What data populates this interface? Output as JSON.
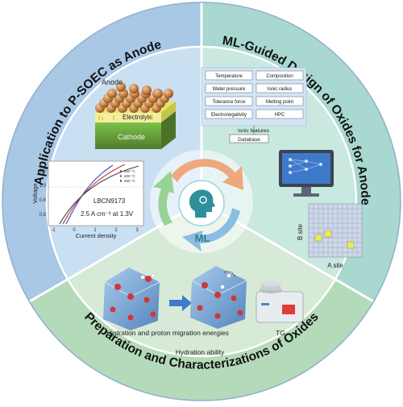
{
  "center": {
    "label": "ML"
  },
  "sections": {
    "left": {
      "title": "Application to P-SOEC as Anode",
      "cell": {
        "anode": "Anode",
        "electrolyte": "Electrolyte",
        "cathode": "Cathode"
      },
      "plot": {
        "ylabel": "Voltage",
        "xlabel": "Current density",
        "yticks": [
          "1.2",
          "1.0",
          "0.8",
          "0.6"
        ],
        "xticks": [
          "-1",
          "0",
          "1",
          "2",
          "3"
        ],
        "legend": [
          "650 °C",
          "600 °C",
          "550 °C"
        ],
        "series_colors": [
          "#2b4fd6",
          "#d8262c",
          "#444444"
        ],
        "material": "LBCN9173",
        "result": "2.5 A cm⁻² at 1.3V"
      }
    },
    "right": {
      "title": "ML-Guided Design of Oxides for Anode",
      "features_left": [
        "Temperature",
        "Water pressure",
        "Tolerance force",
        "Electronegativity"
      ],
      "features_right": [
        "Composition",
        "Ionic radius",
        "Melting point",
        "HPC"
      ],
      "ionic_features": "Ionic features",
      "database": "Database",
      "b_site": "B site",
      "a_site": "A site"
    },
    "bottom": {
      "title": "Preparation and Characterizations of Oxides",
      "energies": "Hydration and proton migration energies",
      "ability": "Hydration ability",
      "tg": "TG"
    }
  },
  "colors": {
    "left_bg": "#c9dff2",
    "right_bg": "#c8e8e0",
    "bottom_bg": "#d6ead7",
    "ring_left": "#a9c8e6",
    "ring_right": "#a8d8cf",
    "ring_bottom": "#b5dab9",
    "arrow_orange": "#f0a070",
    "arrow_blue": "#7ab3e2",
    "arrow_green": "#8fcf8a",
    "head_teal": "#2f8f9d"
  }
}
